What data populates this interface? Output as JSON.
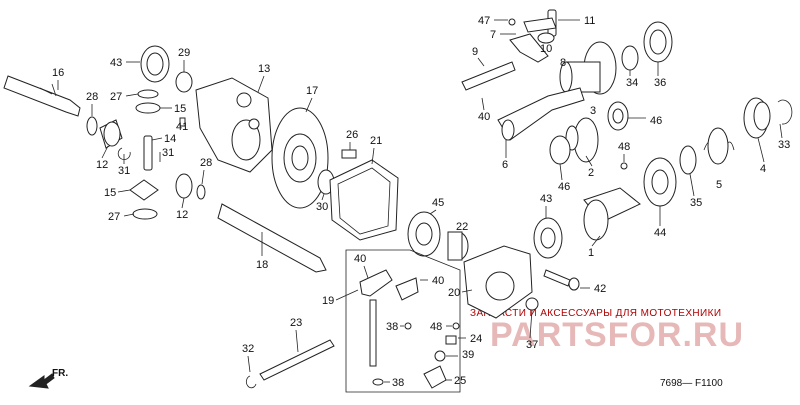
{
  "diagram": {
    "part_numbers": [
      "1",
      "2",
      "3",
      "4",
      "5",
      "6",
      "7",
      "8",
      "9",
      "10",
      "11",
      "12",
      "12",
      "13",
      "14",
      "15",
      "15",
      "16",
      "17",
      "18",
      "19",
      "20",
      "21",
      "22",
      "23",
      "24",
      "25",
      "26",
      "27",
      "27",
      "28",
      "28",
      "29",
      "30",
      "31",
      "31",
      "32",
      "33",
      "34",
      "35",
      "36",
      "37",
      "38",
      "38",
      "39",
      "40",
      "40",
      "40",
      "41",
      "42",
      "43",
      "43",
      "44",
      "45",
      "46",
      "46",
      "47",
      "48",
      "48"
    ],
    "direction_label": "FR.",
    "drawing_code": "7698— F1100"
  },
  "watermark": {
    "line1": "ЗАПЧАСТИ И АКСЕССУАРЫ ДЛЯ МОТОТЕХНИКИ",
    "logo": "PARTSFOR.RU",
    "color": "#b10000"
  }
}
